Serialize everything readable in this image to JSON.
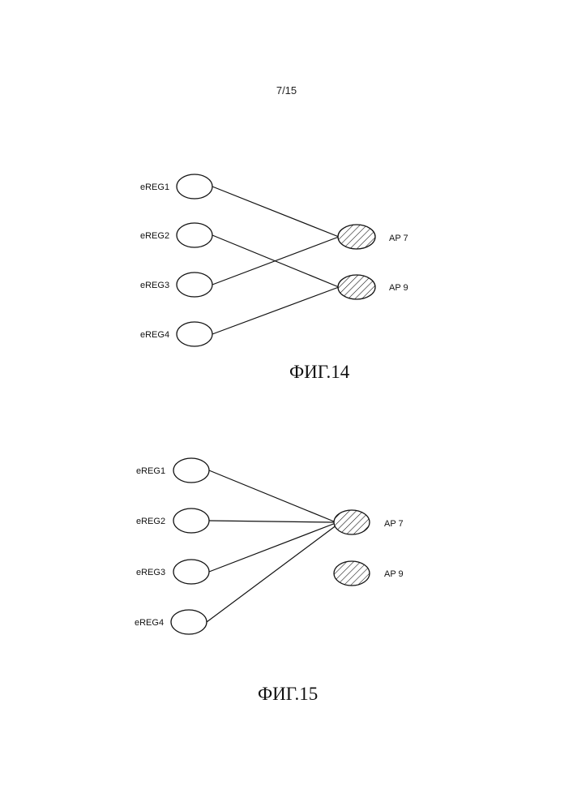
{
  "page_number": "7/15",
  "colors": {
    "ink": "#111111",
    "background": "#ffffff"
  },
  "figures": [
    {
      "caption": "ФИГ.14",
      "left_nodes": [
        "eREG1",
        "eREG2",
        "eREG3",
        "eREG4"
      ],
      "right_nodes": [
        "AP 7",
        "AP 9"
      ],
      "connections": [
        {
          "from": "eREG1",
          "to": "AP 7"
        },
        {
          "from": "eREG2",
          "to": "AP 9"
        },
        {
          "from": "eREG3",
          "to": "AP 7"
        },
        {
          "from": "eREG4",
          "to": "AP 9"
        }
      ]
    },
    {
      "caption": "ФИГ.15",
      "left_nodes": [
        "eREG1",
        "eREG2",
        "eREG3",
        "eREG4"
      ],
      "right_nodes": [
        "AP 7",
        "AP 9"
      ],
      "connections": [
        {
          "from": "eREG1",
          "to": "AP 7"
        },
        {
          "from": "eREG2",
          "to": "AP 7"
        },
        {
          "from": "eREG3",
          "to": "AP 7"
        },
        {
          "from": "eREG4",
          "to": "AP 7"
        }
      ]
    }
  ]
}
